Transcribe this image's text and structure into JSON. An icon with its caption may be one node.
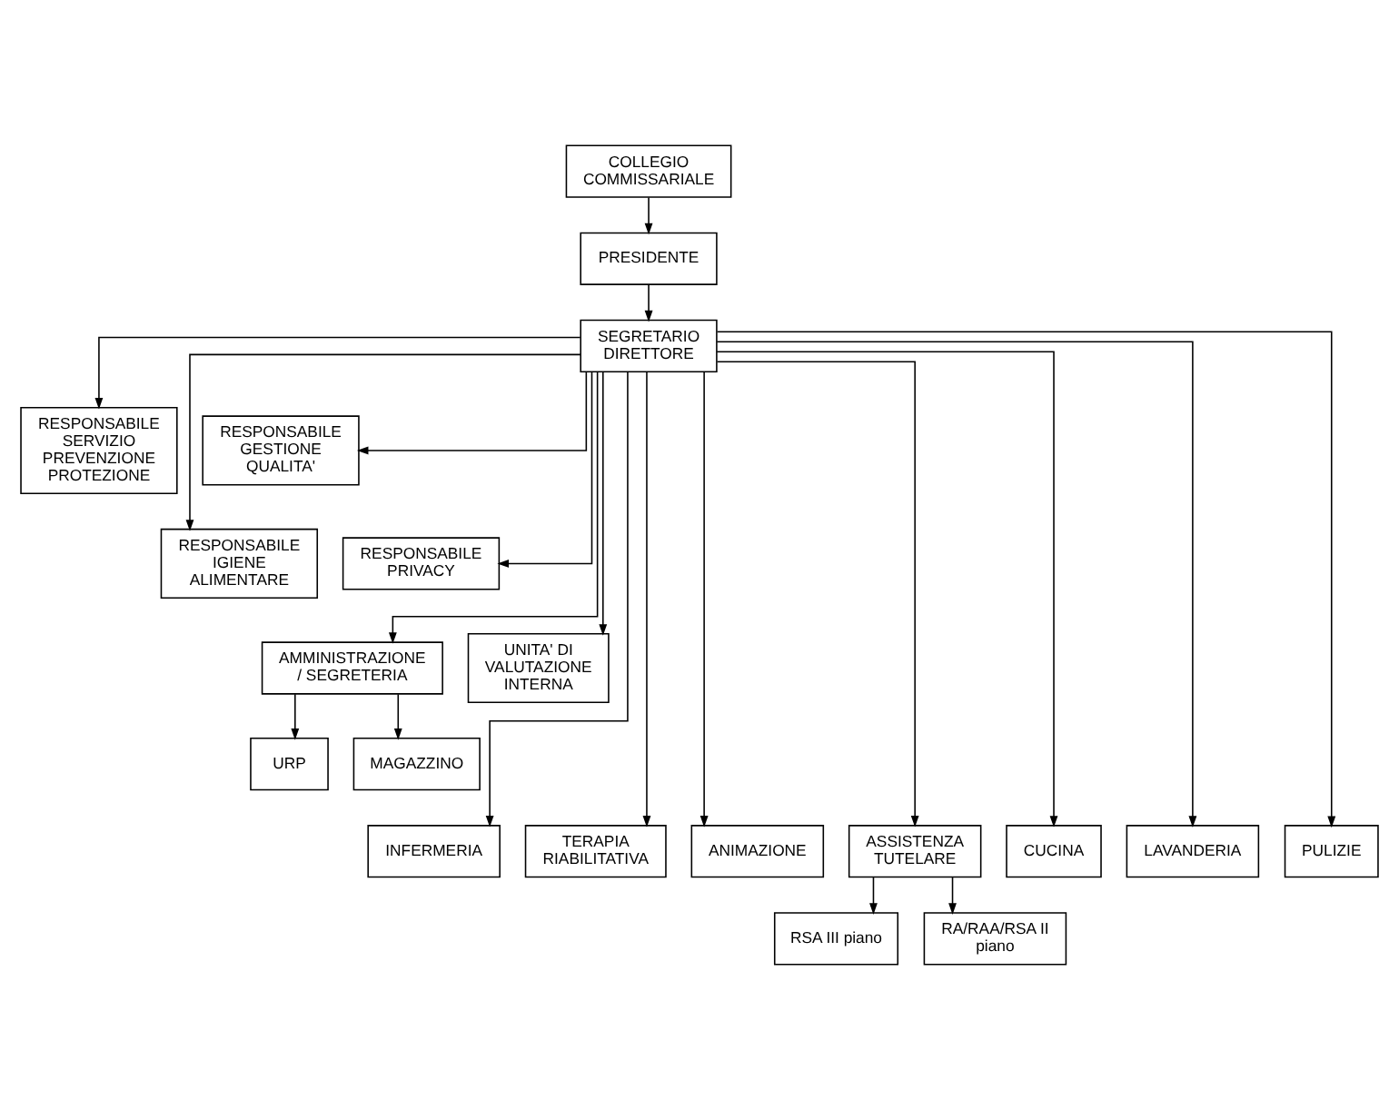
{
  "diagram": {
    "nodes": [
      {
        "text": [
          "COLLEGIO COMMISSARIALE"
        ]
      },
      {
        "text": [
          "PRESIDENTE"
        ]
      },
      {
        "text": [
          "SEGRETARIO DIRETTORE"
        ]
      },
      {
        "text": [
          "RESPONSABILE SERVIZIO PREVENZIONE PROTEZIONE"
        ]
      },
      {
        "text": [
          "RESPONSABILE GESTIONE QUALITA'"
        ]
      },
      {
        "text": [
          "RESPONSABILE IGIENE ALIMENTARE"
        ]
      },
      {
        "text": [
          "RESPONSABILE PRIVACY"
        ]
      },
      {
        "text": [
          "AMMINISTRAZIONE / SEGRETERIA"
        ]
      },
      {
        "text": [
          "UNITA' DI VALUTAZIONE INTERNA"
        ]
      },
      {
        "text": [
          "URP"
        ]
      },
      {
        "text": [
          "MAGAZZINO"
        ]
      },
      {
        "text": [
          "INFERMERIA"
        ]
      },
      {
        "text": [
          "TERAPIA RIABILITATIVA"
        ]
      },
      {
        "text": [
          "ANIMAZIONE"
        ]
      },
      {
        "text": [
          "ASSISTENZA TUTELARE"
        ]
      },
      {
        "text": [
          "CUCINA"
        ]
      },
      {
        "text": [
          "LAVANDERIA"
        ]
      },
      {
        "text": [
          "PULIZIE"
        ]
      },
      {
        "text": [
          "RSA III piano"
        ]
      },
      {
        "text": [
          "RA/RAA/RSA II piano"
        ]
      }
    ],
    "edges": [
      {
        "from": 0,
        "to": 1,
        "arrow": "to"
      },
      {
        "from": 1,
        "to": 2,
        "arrow": "to"
      },
      {
        "from": 2,
        "to": 3,
        "arrow": "to"
      },
      {
        "from": 2,
        "to": 4,
        "arrow": "to"
      },
      {
        "from": 2,
        "to": 5,
        "arrow": "to"
      },
      {
        "from": 2,
        "to": 6,
        "arrow": "to"
      },
      {
        "from": 2,
        "to": 7,
        "arrow": "to"
      },
      {
        "from": 2,
        "to": 8,
        "arrow": "to"
      },
      {
        "from": 7,
        "to": 9,
        "arrow": "to"
      },
      {
        "from": 7,
        "to": 10,
        "arrow": "to"
      },
      {
        "from": 2,
        "to": 11,
        "arrow": "to"
      },
      {
        "from": 2,
        "to": 12,
        "arrow": "to"
      },
      {
        "from": 2,
        "to": 13,
        "arrow": "to"
      },
      {
        "from": 2,
        "to": 14,
        "arrow": "to"
      },
      {
        "from": 2,
        "to": 15,
        "arrow": "to"
      },
      {
        "from": 2,
        "to": 16,
        "arrow": "to"
      },
      {
        "from": 2,
        "to": 17,
        "arrow": "to"
      },
      {
        "from": 14,
        "to": 18,
        "arrow": "to"
      },
      {
        "from": 14,
        "to": 19,
        "arrow": "to"
      }
    ]
  }
}
